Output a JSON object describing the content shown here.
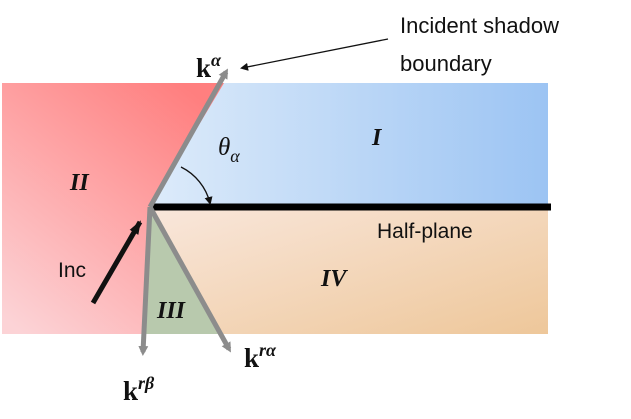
{
  "annotation": {
    "line1": "Incident shadow",
    "line2": "boundary"
  },
  "regions": {
    "region_1": "I",
    "region_2": "II",
    "region_3": "III",
    "region_4": "IV"
  },
  "labels": {
    "half_plane": "Half-plane",
    "incident": "Inc",
    "angle_symbol": "θ",
    "angle_subscript": "α"
  },
  "vectors": {
    "k_alpha": {
      "base": "k",
      "sup": "α"
    },
    "k_r_alpha": {
      "base": "k",
      "sup": "rα"
    },
    "k_r_beta": {
      "base": "k",
      "sup": "rβ"
    }
  },
  "colors": {
    "region_1_start": "#ddebfa",
    "region_1_end": "#9cc4f3",
    "region_2_start": "#ff7f7f",
    "region_2_end": "#fcd3d6",
    "region_4_start": "#f9e7dc",
    "region_4_end": "#eec79a",
    "region_3": "#b8c9ad",
    "ray_color": "#8c8c8c",
    "half_plane_color": "#000000"
  }
}
